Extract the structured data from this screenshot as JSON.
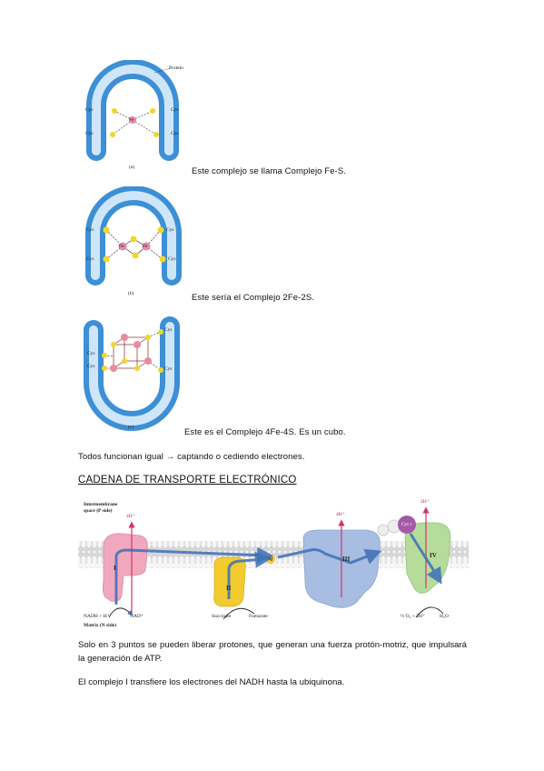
{
  "figure1": {
    "label_protein": "Protein",
    "sub_label": "(a)",
    "atoms": {
      "cys": "Cys",
      "s": "S",
      "fe": "Fe"
    },
    "caption": "Este complejo se llama Complejo Fe-S."
  },
  "figure2": {
    "sub_label": "(b)",
    "atoms": {
      "cys": "Cys",
      "s": "S",
      "fe": "Fe"
    },
    "caption": "Este sería el Complejo 2Fe-2S."
  },
  "figure3": {
    "sub_label": "(c)",
    "atoms": {
      "cys": "Cys",
      "s": "S",
      "fe": "Fe"
    },
    "caption": "Este es el Complejo 4Fe-4S. Es un cubo."
  },
  "summary": "Todos funcionan igual → captando o cediendo electrones.",
  "section_heading": "CADENA DE TRANSPORTE ELECTRÓNICO",
  "etc_diagram": {
    "intermembrane_label": "Intermembrane",
    "space_label": "space (P side)",
    "matrix_label": "Matrix (N side)",
    "proton_4h_1": "4H⁺",
    "proton_4h_2": "4H⁺",
    "proton_2h": "2H⁺",
    "complex_1": "I",
    "complex_2": "II",
    "complex_3": "III",
    "complex_4": "IV",
    "q_label": "Q",
    "cytc_label": "Cyt c",
    "nadh_label": "NADH + H⁺",
    "nad_label": "NAD⁺",
    "succinate_label": "Succinate",
    "fumarate_label": "Fumarate",
    "oxygen_label": "½ O₂ + 2H⁺",
    "water_label": "H₂O",
    "colors": {
      "complex1": "#f1a7bd",
      "complex2": "#f2cc2e",
      "complex3": "#a7bde2",
      "complex4": "#b5dc9a",
      "cytc": "#a45aa6",
      "arrow": "#3c70b6",
      "proton": "#d6336c"
    }
  },
  "paragraph1": "Solo en 3 puntos se pueden liberar protones, que generan una fuerza protón-motriz, que impulsará la generación de ATP.",
  "paragraph2": "El complejo I transfiere los electrones del NADH hasta la ubiquinona."
}
